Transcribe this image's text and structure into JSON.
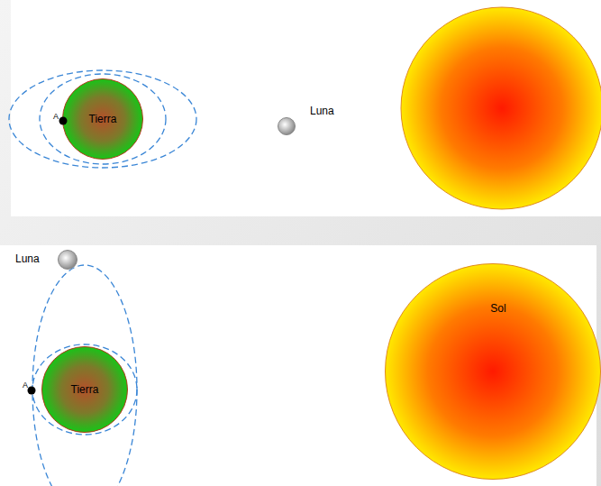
{
  "diagram": {
    "nodes": [
      {
        "text": [
          "Tierra"
        ]
      },
      {
        "text": [
          "Luna"
        ]
      },
      {
        "text": [
          "Luna"
        ]
      },
      {
        "text": [
          "Tierra"
        ]
      },
      {
        "text": [
          "Sol"
        ]
      }
    ],
    "labels": [
      "A",
      "A"
    ]
  }
}
